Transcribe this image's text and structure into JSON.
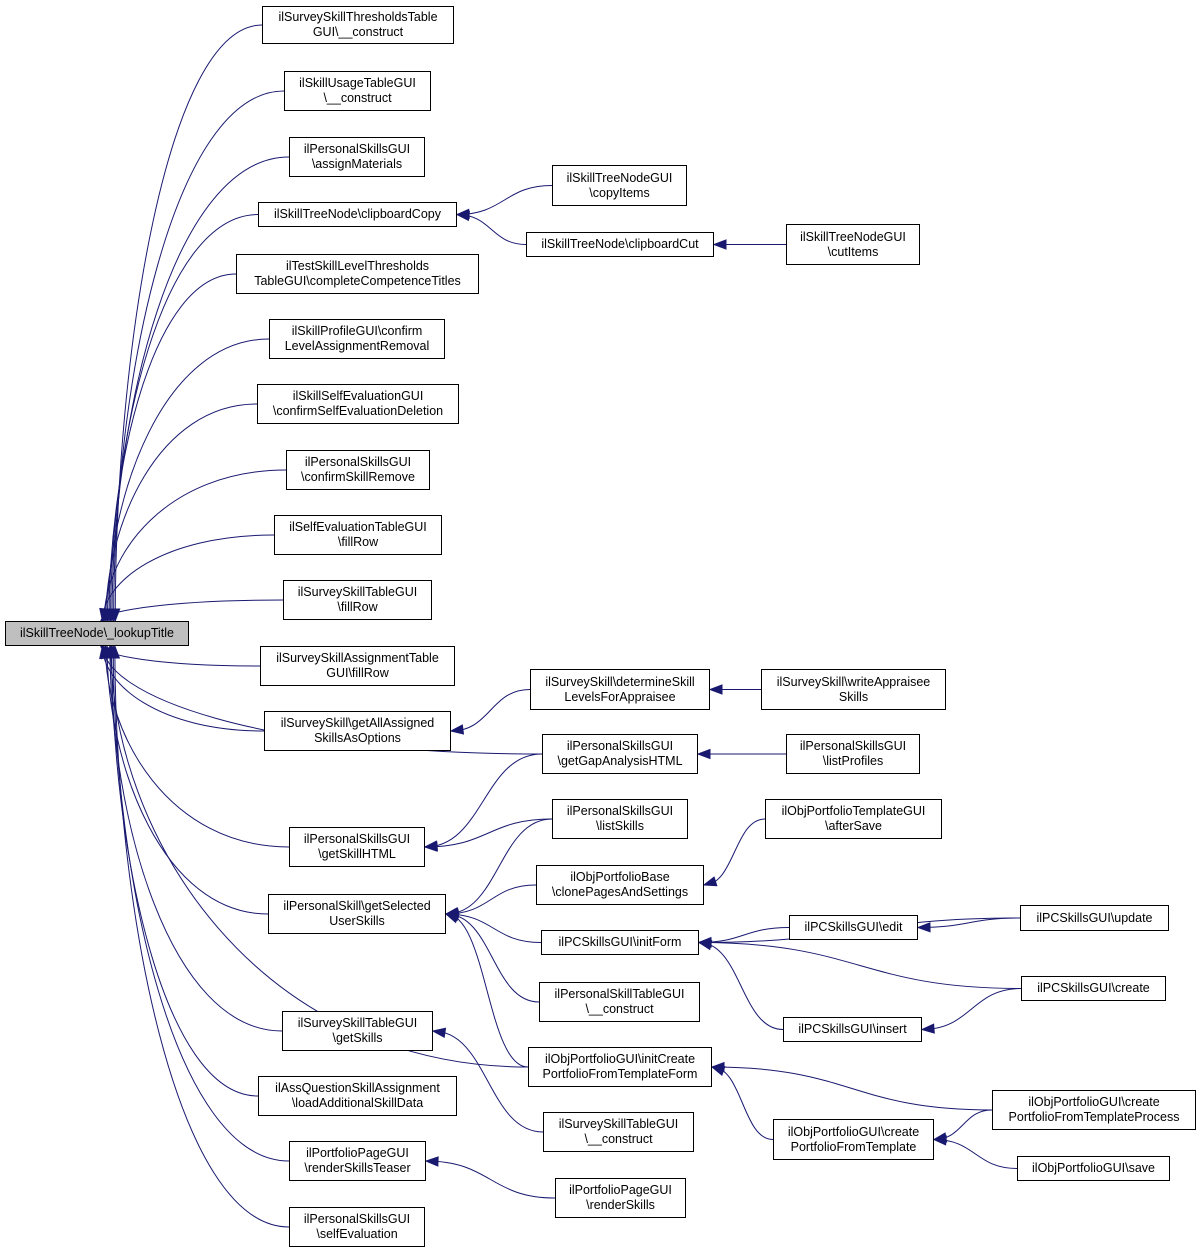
{
  "colors": {
    "edge": "#191970",
    "node_border": "#000000",
    "root_fill": "#bfbfbf",
    "node_fill": "#ffffff"
  },
  "nodes": {
    "root": [
      "ilSkillTreeNode\\_lookupTitle"
    ],
    "n1": [
      "ilSurveySkillThresholdsTable",
      "GUI\\__construct"
    ],
    "n2": [
      "ilSkillUsageTableGUI",
      "\\__construct"
    ],
    "n3": [
      "ilPersonalSkillsGUI",
      "\\assignMaterials"
    ],
    "n4": [
      "ilSkillTreeNode\\clipboardCopy"
    ],
    "n5": [
      "ilTestSkillLevelThresholds",
      "TableGUI\\completeCompetenceTitles"
    ],
    "n6": [
      "ilSkillProfileGUI\\confirm",
      "LevelAssignmentRemoval"
    ],
    "n7": [
      "ilSkillSelfEvaluationGUI",
      "\\confirmSelfEvaluationDeletion"
    ],
    "n8": [
      "ilPersonalSkillsGUI",
      "\\confirmSkillRemove"
    ],
    "n9": [
      "ilSelfEvaluationTableGUI",
      "\\fillRow"
    ],
    "n10": [
      "ilSurveySkillTableGUI",
      "\\fillRow"
    ],
    "n11": [
      "ilSurveySkillAssignmentTable",
      "GUI\\fillRow"
    ],
    "n12": [
      "ilSurveySkill\\getAllAssigned",
      "SkillsAsOptions"
    ],
    "n13": [
      "ilPersonalSkillsGUI",
      "\\getSkillHTML"
    ],
    "n14": [
      "ilPersonalSkill\\getSelected",
      "UserSkills"
    ],
    "n15": [
      "ilSurveySkillTableGUI",
      "\\getSkills"
    ],
    "n16": [
      "ilAssQuestionSkillAssignment",
      "\\loadAdditionalSkillData"
    ],
    "n17": [
      "ilPortfolioPageGUI",
      "\\renderSkillsTeaser"
    ],
    "n18": [
      "ilPersonalSkillsGUI",
      "\\selfEvaluation"
    ],
    "m1": [
      "ilSkillTreeNodeGUI",
      "\\copyItems"
    ],
    "m2": [
      "ilSkillTreeNode\\clipboardCut"
    ],
    "m3": [
      "ilSurveySkill\\determineSkill",
      "LevelsForAppraisee"
    ],
    "m4": [
      "ilPersonalSkillsGUI",
      "\\getGapAnalysisHTML"
    ],
    "m5": [
      "ilPersonalSkillsGUI",
      "\\listSkills"
    ],
    "m6": [
      "ilObjPortfolioBase",
      "\\clonePagesAndSettings"
    ],
    "m7": [
      "ilPCSkillsGUI\\initForm"
    ],
    "m8": [
      "ilPersonalSkillTableGUI",
      "\\__construct"
    ],
    "m9": [
      "ilObjPortfolioGUI\\initCreate",
      "PortfolioFromTemplateForm"
    ],
    "m10": [
      "ilSurveySkillTableGUI",
      "\\__construct"
    ],
    "m11": [
      "ilPortfolioPageGUI",
      "\\renderSkills"
    ],
    "r1": [
      "ilSkillTreeNodeGUI",
      "\\cutItems"
    ],
    "r2": [
      "ilSurveySkill\\writeAppraisee",
      "Skills"
    ],
    "r3": [
      "ilPersonalSkillsGUI",
      "\\listProfiles"
    ],
    "r4": [
      "ilObjPortfolioTemplateGUI",
      "\\afterSave"
    ],
    "r5": [
      "ilPCSkillsGUI\\edit"
    ],
    "r6": [
      "ilPCSkillsGUI\\insert"
    ],
    "r7": [
      "ilObjPortfolioGUI\\create",
      "PortfolioFromTemplate"
    ],
    "f1": [
      "ilPCSkillsGUI\\update"
    ],
    "f2": [
      "ilPCSkillsGUI\\create"
    ],
    "f3": [
      "ilObjPortfolioGUI\\create",
      "PortfolioFromTemplateProcess"
    ],
    "f4": [
      "ilObjPortfolioGUI\\save"
    ]
  },
  "edges": [
    [
      "n1",
      "root"
    ],
    [
      "n2",
      "root"
    ],
    [
      "n3",
      "root"
    ],
    [
      "n4",
      "root"
    ],
    [
      "n5",
      "root"
    ],
    [
      "n6",
      "root"
    ],
    [
      "n7",
      "root"
    ],
    [
      "n8",
      "root"
    ],
    [
      "n9",
      "root"
    ],
    [
      "n10",
      "root"
    ],
    [
      "n11",
      "root"
    ],
    [
      "n12",
      "root"
    ],
    [
      "m4",
      "root"
    ],
    [
      "n13",
      "root"
    ],
    [
      "n14",
      "root"
    ],
    [
      "m9",
      "root"
    ],
    [
      "n15",
      "root"
    ],
    [
      "n16",
      "root"
    ],
    [
      "n17",
      "root"
    ],
    [
      "n18",
      "root"
    ],
    [
      "m1",
      "n4"
    ],
    [
      "m2",
      "n4"
    ],
    [
      "r1",
      "m2"
    ],
    [
      "m3",
      "n12"
    ],
    [
      "r2",
      "m3"
    ],
    [
      "r3",
      "m4"
    ],
    [
      "m4",
      "n13"
    ],
    [
      "m5",
      "n13"
    ],
    [
      "m5",
      "n14"
    ],
    [
      "m6",
      "n14"
    ],
    [
      "m7",
      "n14"
    ],
    [
      "m8",
      "n14"
    ],
    [
      "m9",
      "n14"
    ],
    [
      "r4",
      "m6"
    ],
    [
      "f1",
      "m7"
    ],
    [
      "r5",
      "m7"
    ],
    [
      "f2",
      "m7"
    ],
    [
      "r6",
      "m7"
    ],
    [
      "f1",
      "r5"
    ],
    [
      "f2",
      "r6"
    ],
    [
      "m10",
      "n15"
    ],
    [
      "m11",
      "n17"
    ],
    [
      "f3",
      "m9"
    ],
    [
      "r7",
      "m9"
    ],
    [
      "f3",
      "r7"
    ],
    [
      "f4",
      "r7"
    ]
  ]
}
